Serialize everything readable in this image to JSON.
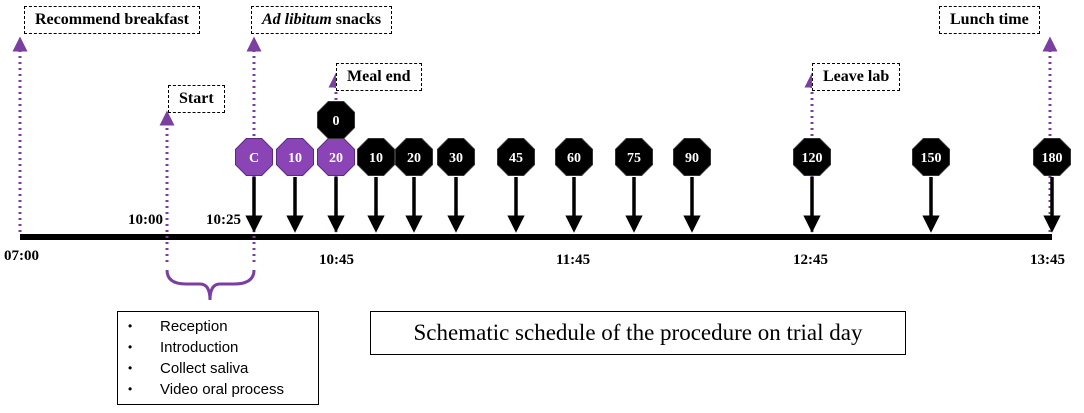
{
  "colors": {
    "purple": "#7a3fa0",
    "purple_fill": "#8a44b6",
    "black": "#000000"
  },
  "event_boxes": [
    {
      "id": "breakfast",
      "label": "Recommend breakfast"
    },
    {
      "id": "snacks",
      "label_italic": "Ad libitum",
      "label_rest": " snacks"
    },
    {
      "id": "meal_end",
      "label": "Meal end"
    },
    {
      "id": "start",
      "label": "Start"
    },
    {
      "id": "leave",
      "label": "Leave lab"
    },
    {
      "id": "lunch",
      "label": "Lunch time"
    }
  ],
  "time_labels": {
    "t0700": "07:00",
    "t1000": "10:00",
    "t1025": "10:25",
    "t1045": "10:45",
    "t1145": "11:45",
    "t1245": "12:45",
    "t1345": "13:45"
  },
  "samples": [
    {
      "label": "C",
      "fill": "purple"
    },
    {
      "label": "10",
      "fill": "purple"
    },
    {
      "label": "20",
      "fill": "purple"
    },
    {
      "label": "0",
      "fill": "black"
    },
    {
      "label": "10",
      "fill": "black"
    },
    {
      "label": "20",
      "fill": "black"
    },
    {
      "label": "30",
      "fill": "black"
    },
    {
      "label": "45",
      "fill": "black"
    },
    {
      "label": "60",
      "fill": "black"
    },
    {
      "label": "75",
      "fill": "black"
    },
    {
      "label": "90",
      "fill": "black"
    },
    {
      "label": "120",
      "fill": "black"
    },
    {
      "label": "150",
      "fill": "black"
    },
    {
      "label": "180",
      "fill": "black"
    }
  ],
  "procedures": [
    "Reception",
    "Introduction",
    "Collect saliva",
    "Video oral process"
  ],
  "caption": "Schematic schedule of the procedure on trial day"
}
